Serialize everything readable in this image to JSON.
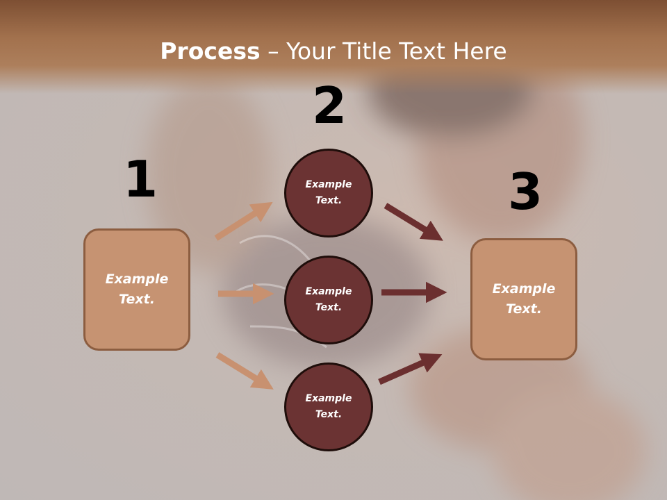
{
  "title": {
    "bold": "Process",
    "rest": " – Your Title Text Here"
  },
  "steps": {
    "one": {
      "number": "1",
      "text_line1": "Example",
      "text_line2": "Text."
    },
    "two": {
      "number": "2"
    },
    "three": {
      "number": "3",
      "text_line1": "Example",
      "text_line2": "Text."
    }
  },
  "circles": [
    {
      "line1": "Example",
      "line2": "Text."
    },
    {
      "line1": "Example",
      "line2": "Text."
    },
    {
      "line1": "Example",
      "line2": "Text."
    }
  ],
  "colors": {
    "header_dark": "#7d4f33",
    "box_fill": "#c69372",
    "box_border": "#8c5d40",
    "circle_fill": "#6b3333",
    "arrow_light": "#c89170",
    "arrow_dark": "#6b2f2f"
  }
}
